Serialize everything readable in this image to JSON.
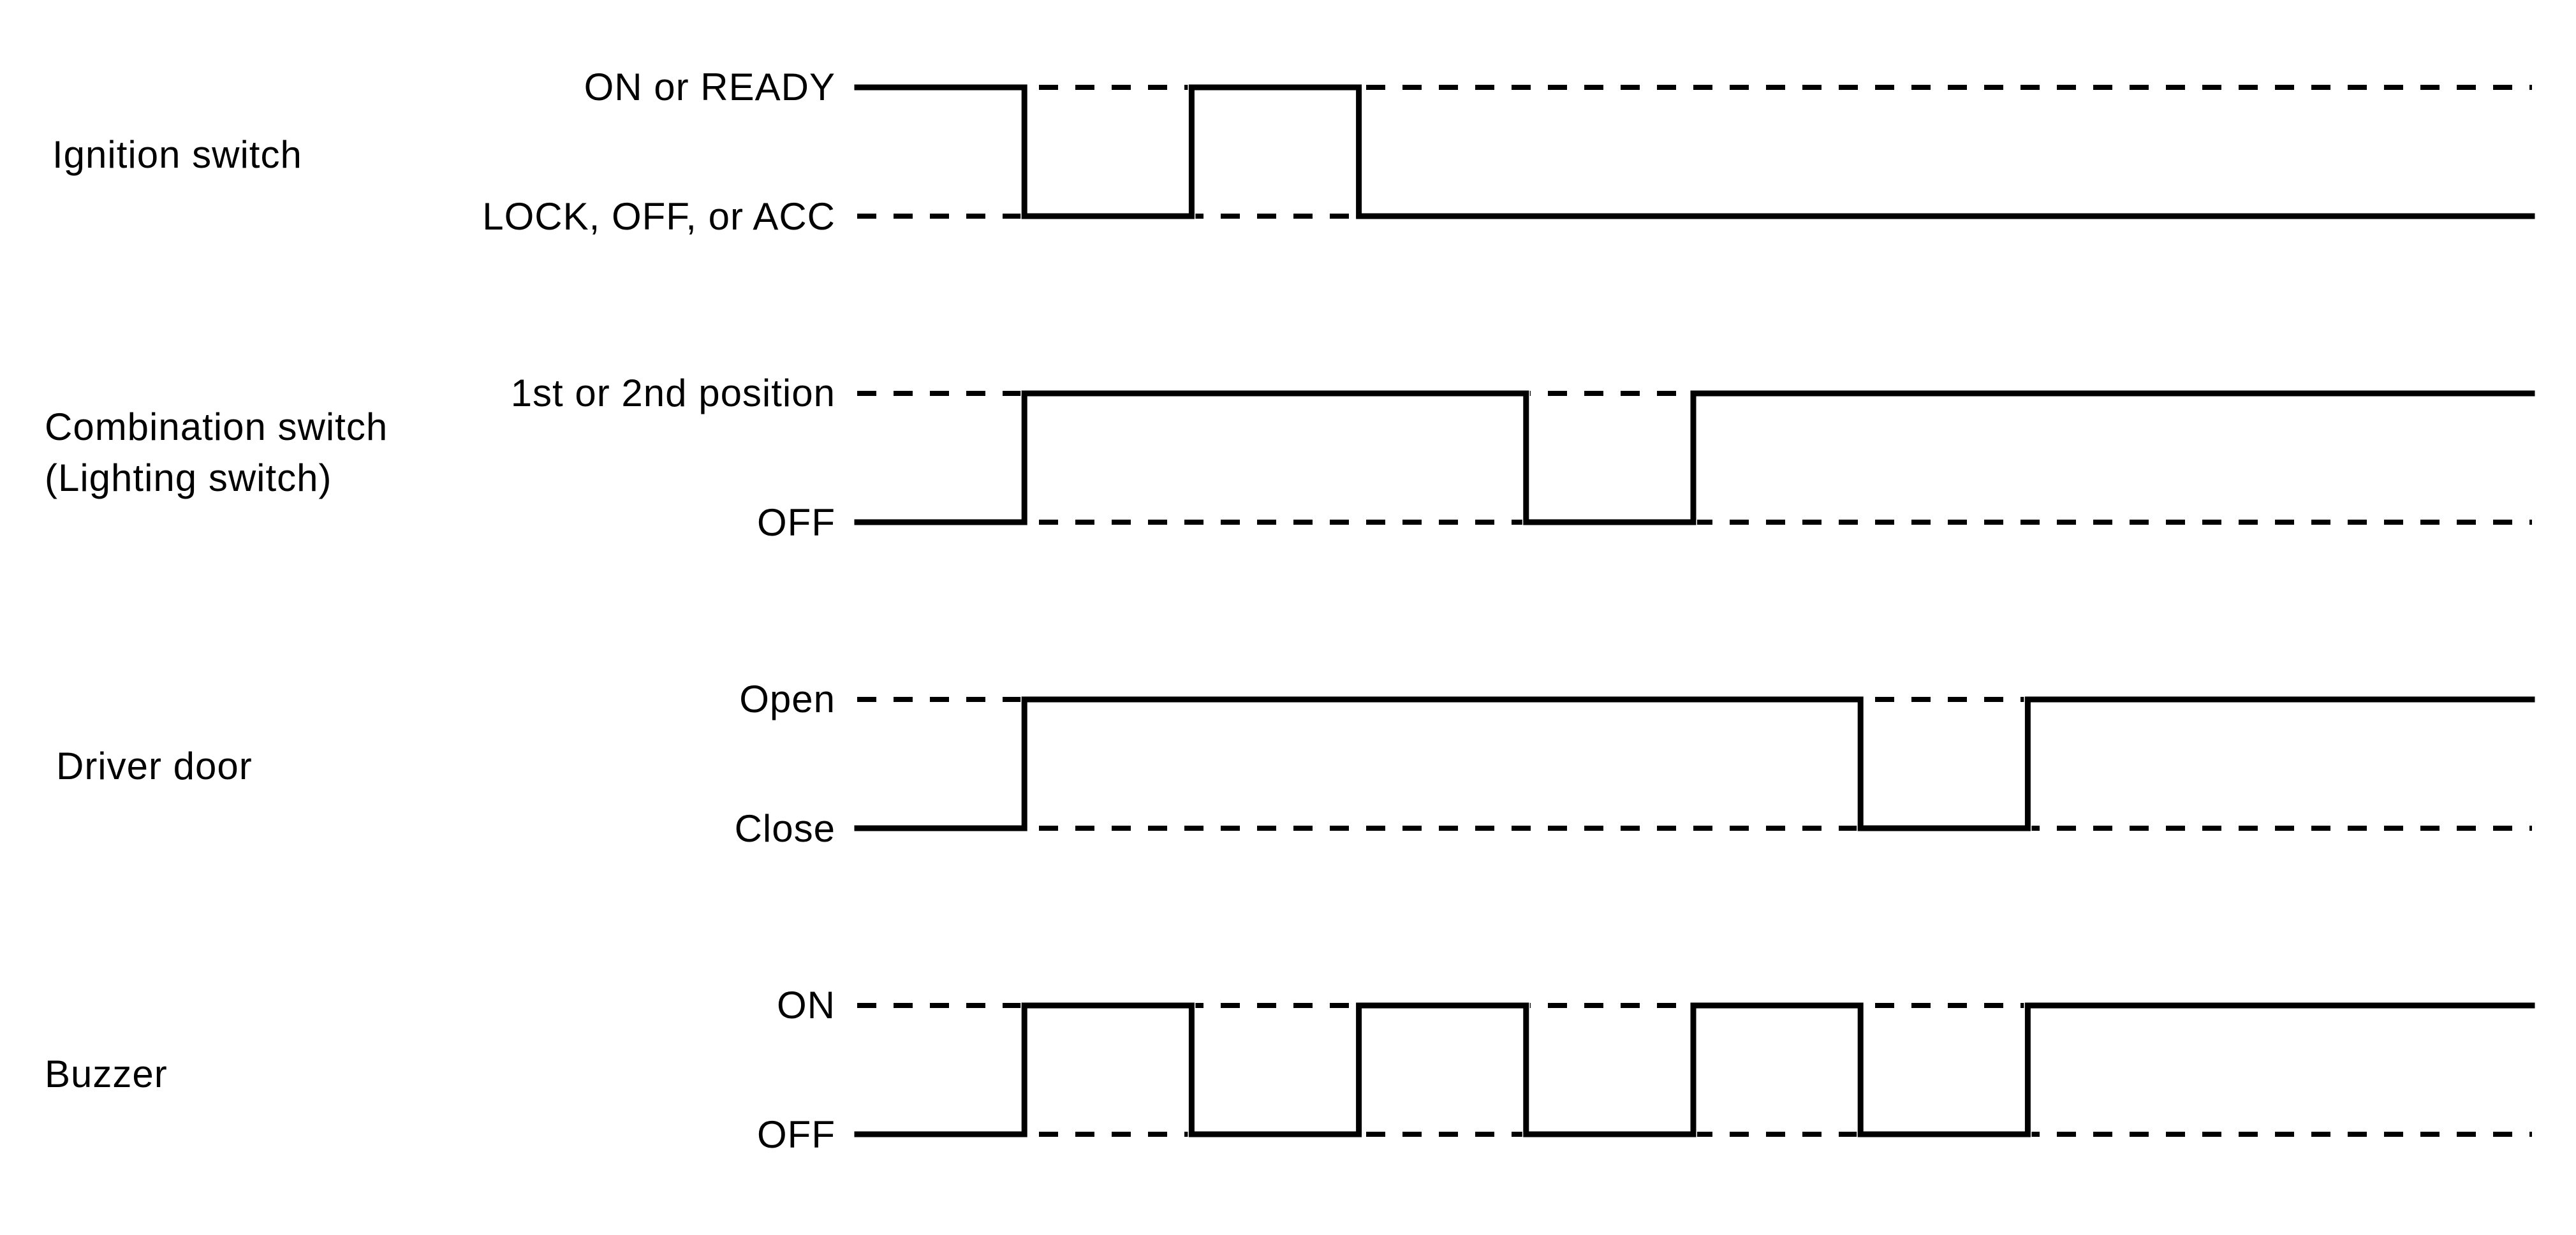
{
  "diagram": {
    "type": "timing-chart",
    "time_steps": 10,
    "signals": [
      {
        "name_lines": [
          "Ignition switch"
        ],
        "high_label": "ON or READY",
        "low_label": "LOCK, OFF, or ACC",
        "initial_level": 1,
        "levels": [
          1,
          0,
          1,
          0,
          0,
          0,
          0,
          0,
          0,
          0
        ]
      },
      {
        "name_lines": [
          "Combination switch",
          "(Lighting switch)"
        ],
        "high_label": "1st or 2nd position",
        "low_label": "OFF",
        "initial_level": 0,
        "levels": [
          0,
          1,
          1,
          1,
          0,
          1,
          1,
          1,
          1,
          1
        ]
      },
      {
        "name_lines": [
          "Driver door"
        ],
        "high_label": "Open",
        "low_label": "Close",
        "initial_level": 0,
        "levels": [
          0,
          1,
          1,
          1,
          1,
          1,
          0,
          1,
          1,
          1
        ]
      },
      {
        "name_lines": [
          "Buzzer"
        ],
        "high_label": "ON",
        "low_label": "OFF",
        "initial_level": 0,
        "levels": [
          0,
          1,
          0,
          1,
          0,
          1,
          0,
          1,
          1,
          1
        ]
      }
    ]
  }
}
